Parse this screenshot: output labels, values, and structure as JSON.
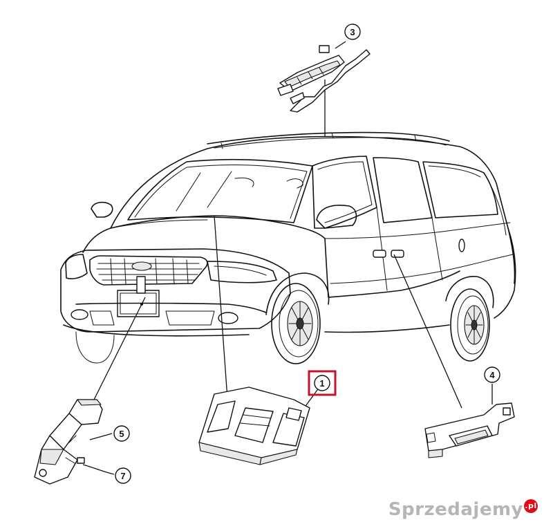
{
  "callouts": [
    {
      "id": "1",
      "label": "1",
      "highlighted": true
    },
    {
      "id": "3",
      "label": "3",
      "highlighted": false
    },
    {
      "id": "4",
      "label": "4",
      "highlighted": false
    },
    {
      "id": "5",
      "label": "5",
      "highlighted": false
    },
    {
      "id": "7",
      "label": "7",
      "highlighted": false
    }
  ],
  "watermark": {
    "text": "Sprzedajemy",
    "badge": ".pl"
  },
  "colors": {
    "line": "#111111",
    "highlight": "#c8102e",
    "watermark": "#8a8a8a",
    "badge": "#e30613"
  }
}
